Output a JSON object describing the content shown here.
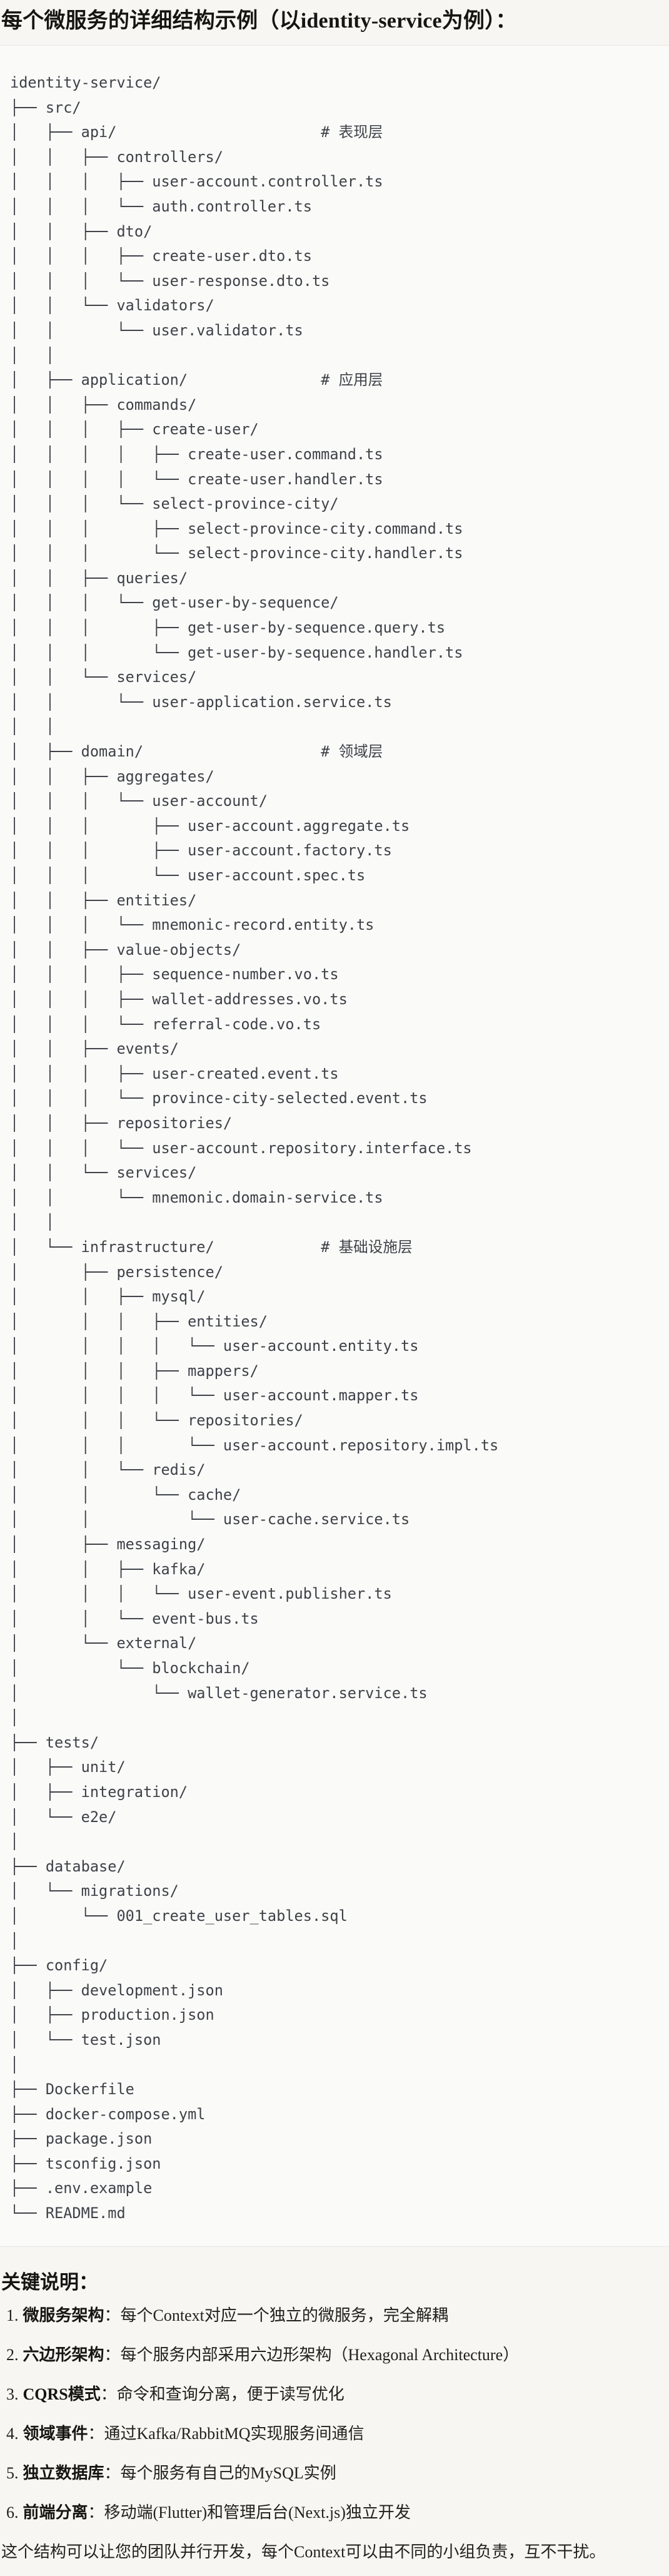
{
  "page": {
    "title": "每个微服务的详细结构示例（以identity-service为例）："
  },
  "code_block": {
    "tree_lines": [
      "identity-service/",
      "├── src/",
      "│   ├── api/                       # 表现层",
      "│   │   ├── controllers/",
      "│   │   │   ├── user-account.controller.ts",
      "│   │   │   └── auth.controller.ts",
      "│   │   ├── dto/",
      "│   │   │   ├── create-user.dto.ts",
      "│   │   │   └── user-response.dto.ts",
      "│   │   └── validators/",
      "│   │       └── user.validator.ts",
      "│   │",
      "│   ├── application/               # 应用层",
      "│   │   ├── commands/",
      "│   │   │   ├── create-user/",
      "│   │   │   │   ├── create-user.command.ts",
      "│   │   │   │   └── create-user.handler.ts",
      "│   │   │   └── select-province-city/",
      "│   │   │       ├── select-province-city.command.ts",
      "│   │   │       └── select-province-city.handler.ts",
      "│   │   ├── queries/",
      "│   │   │   └── get-user-by-sequence/",
      "│   │   │       ├── get-user-by-sequence.query.ts",
      "│   │   │       └── get-user-by-sequence.handler.ts",
      "│   │   └── services/",
      "│   │       └── user-application.service.ts",
      "│   │",
      "│   ├── domain/                    # 领域层",
      "│   │   ├── aggregates/",
      "│   │   │   └── user-account/",
      "│   │   │       ├── user-account.aggregate.ts",
      "│   │   │       ├── user-account.factory.ts",
      "│   │   │       └── user-account.spec.ts",
      "│   │   ├── entities/",
      "│   │   │   └── mnemonic-record.entity.ts",
      "│   │   ├── value-objects/",
      "│   │   │   ├── sequence-number.vo.ts",
      "│   │   │   ├── wallet-addresses.vo.ts",
      "│   │   │   └── referral-code.vo.ts",
      "│   │   ├── events/",
      "│   │   │   ├── user-created.event.ts",
      "│   │   │   └── province-city-selected.event.ts",
      "│   │   ├── repositories/",
      "│   │   │   └── user-account.repository.interface.ts",
      "│   │   └── services/",
      "│   │       └── mnemonic.domain-service.ts",
      "│   │",
      "│   └── infrastructure/            # 基础设施层",
      "│       ├── persistence/",
      "│       │   ├── mysql/",
      "│       │   │   ├── entities/",
      "│       │   │   │   └── user-account.entity.ts",
      "│       │   │   ├── mappers/",
      "│       │   │   │   └── user-account.mapper.ts",
      "│       │   │   └── repositories/",
      "│       │   │       └── user-account.repository.impl.ts",
      "│       │   └── redis/",
      "│       │       └── cache/",
      "│       │           └── user-cache.service.ts",
      "│       ├── messaging/",
      "│       │   ├── kafka/",
      "│       │   │   └── user-event.publisher.ts",
      "│       │   └── event-bus.ts",
      "│       └── external/",
      "│           └── blockchain/",
      "│               └── wallet-generator.service.ts",
      "│",
      "├── tests/",
      "│   ├── unit/",
      "│   ├── integration/",
      "│   └── e2e/",
      "│",
      "├── database/",
      "│   └── migrations/",
      "│       └── 001_create_user_tables.sql",
      "│",
      "├── config/",
      "│   ├── development.json",
      "│   ├── production.json",
      "│   └── test.json",
      "│",
      "├── Dockerfile",
      "├── docker-compose.yml",
      "├── package.json",
      "├── tsconfig.json",
      "├── .env.example",
      "└── README.md"
    ]
  },
  "notes": {
    "heading": "关键说明：",
    "items": [
      {
        "num": "1.",
        "label": "微服务架构",
        "text": "：每个Context对应一个独立的微服务，完全解耦"
      },
      {
        "num": "2.",
        "label": "六边形架构",
        "text": "：每个服务内部采用六边形架构（Hexagonal Architecture）"
      },
      {
        "num": "3.",
        "label": "CQRS模式",
        "text": "：命令和查询分离，便于读写优化"
      },
      {
        "num": "4.",
        "label": "领域事件",
        "text": "：通过Kafka/RabbitMQ实现服务间通信"
      },
      {
        "num": "5.",
        "label": "独立数据库",
        "text": "：每个服务有自己的MySQL实例"
      },
      {
        "num": "6.",
        "label": "前端分离",
        "text": "：移动端(Flutter)和管理后台(Next.js)独立开发"
      }
    ],
    "closing": "这个结构可以让您的团队并行开发，每个Context可以由不同的小组负责，互不干扰。"
  },
  "colors": {
    "page_background": "#f7f6f2",
    "code_background": "#fafaf9",
    "code_border": "#e8e6e1",
    "code_text": "#3e4147",
    "heading_text": "#161511",
    "body_text": "#22211c"
  }
}
